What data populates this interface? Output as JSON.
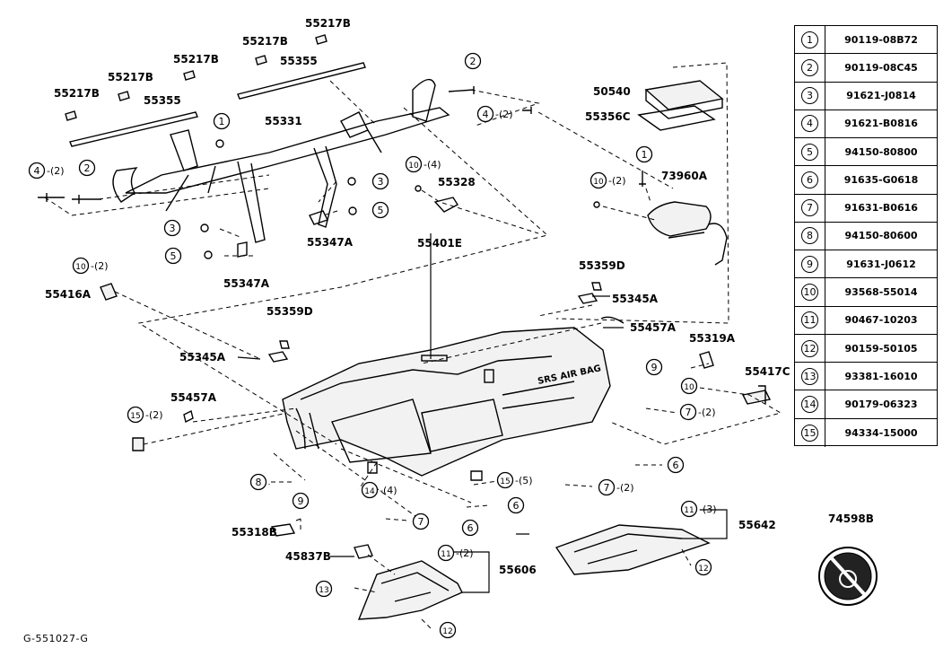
{
  "diagram": {
    "labels": {
      "l55217b_1": "55217B",
      "l55217b_2": "55217B",
      "l55217b_3": "55217B",
      "l55217b_4": "55217B",
      "l55217b_5": "55217B",
      "l55355_1": "55355",
      "l55355_2": "55355",
      "l55331": "55331",
      "l55347a_1": "55347A",
      "l55347a_2": "55347A",
      "l55328": "55328",
      "l50540": "50540",
      "l55356c": "55356C",
      "l73960a": "73960A",
      "l55401e": "55401E",
      "l55359d_1": "55359D",
      "l55359d_2": "55359D",
      "l55345a_1": "55345A",
      "l55345a_2": "55345A",
      "l55416a": "55416A",
      "l55457a_1": "55457A",
      "l55457a_2": "55457A",
      "l55319a": "55319A",
      "l55417c": "55417C",
      "l55318b": "55318B",
      "l45837b": "45837B",
      "l55606": "55606",
      "l55642": "55642",
      "l74598b": "74598B",
      "q2": "-(2)",
      "q4": "-(4)",
      "q5": "-(5)",
      "q3": "-(3)",
      "srs": "SRS AIR BAG"
    },
    "callouts": [
      "1",
      "2",
      "3",
      "4",
      "5",
      "6",
      "7",
      "8",
      "9",
      "10",
      "11",
      "12",
      "13",
      "14",
      "15"
    ]
  },
  "parts_table": [
    {
      "idx": "1",
      "part_no": "90119-08B72"
    },
    {
      "idx": "2",
      "part_no": "90119-08C45"
    },
    {
      "idx": "3",
      "part_no": "91621-J0814"
    },
    {
      "idx": "4",
      "part_no": "91621-B0816"
    },
    {
      "idx": "5",
      "part_no": "94150-80800"
    },
    {
      "idx": "6",
      "part_no": "91635-G0618"
    },
    {
      "idx": "7",
      "part_no": "91631-B0616"
    },
    {
      "idx": "8",
      "part_no": "94150-80600"
    },
    {
      "idx": "9",
      "part_no": "91631-J0612"
    },
    {
      "idx": "10",
      "part_no": "93568-55014"
    },
    {
      "idx": "11",
      "part_no": "90467-10203"
    },
    {
      "idx": "12",
      "part_no": "90159-50105"
    },
    {
      "idx": "13",
      "part_no": "93381-16010"
    },
    {
      "idx": "14",
      "part_no": "90179-06323"
    },
    {
      "idx": "15",
      "part_no": "94334-15000"
    }
  ],
  "footer": "G-551027-G"
}
